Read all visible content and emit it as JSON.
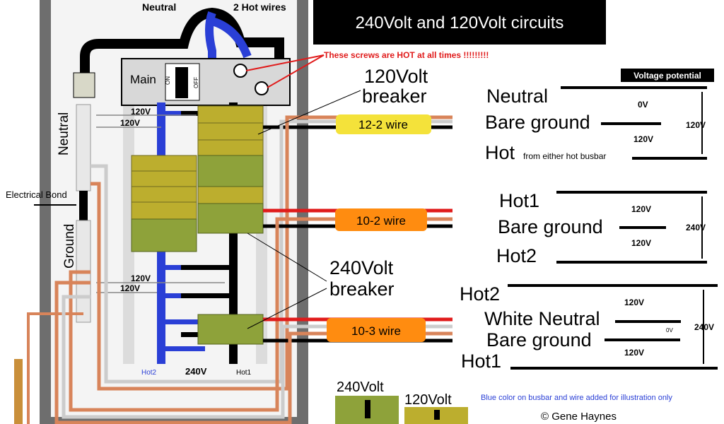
{
  "title": "240Volt and 120Volt circuits",
  "screw_warning": "These screws are HOT at all times !!!!!!!!!",
  "top_labels": {
    "neutral": "Neutral",
    "hot_wires": "2 Hot wires"
  },
  "panel": {
    "main_label": "Main",
    "main_on": "ON",
    "main_off": "OFF",
    "neutral_bar": "Neutral",
    "ground_bar": "Ground",
    "bond": "Electrical Bond",
    "bus_v1": "120V",
    "bus_v2": "120V",
    "bus_v3": "120V",
    "bus_v4": "120V",
    "hot2": "Hot2",
    "hot1": "Hot1",
    "bus_240": "240V"
  },
  "breaker_labels": {
    "b120": "120Volt breaker",
    "b240": "240Volt breaker"
  },
  "wires": [
    {
      "label": "12-2 wire",
      "color": "#f4e23a"
    },
    {
      "label": "10-2 wire",
      "color": "#ff8c10"
    },
    {
      "label": "10-3 wire",
      "color": "#ff8c10"
    }
  ],
  "voltage_header": "Voltage potential",
  "circuit1": {
    "neutral": "Neutral",
    "ground": "Bare ground",
    "hot": "Hot",
    "hot_note": "from either hot busbar",
    "v_a": "0V",
    "v_b": "120V",
    "v_total": "120V"
  },
  "circuit2": {
    "hot1": "Hot1",
    "ground": "Bare ground",
    "hot2": "Hot2",
    "v_a": "120V",
    "v_b": "120V",
    "v_total": "240V"
  },
  "circuit3": {
    "hot2": "Hot2",
    "neutral": "White Neutral",
    "ground": "Bare ground",
    "hot1": "Hot1",
    "v_a": "120V",
    "v_b": "0V",
    "v_c": "120V",
    "v_total": "240V"
  },
  "legend": {
    "b240": "240Volt",
    "b120": "120Volt"
  },
  "note": "Blue color on busbar and wire added for illustration only",
  "copyright": "© Gene Haynes",
  "colors": {
    "breaker_240": "#8ea23a",
    "breaker_120": "#bcae2e",
    "busbar_blue": "#2a3fd6",
    "copper": "#d8845a"
  }
}
